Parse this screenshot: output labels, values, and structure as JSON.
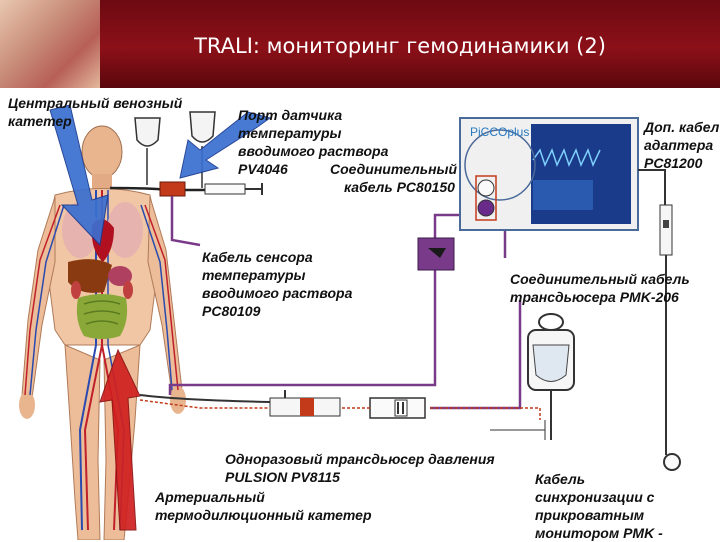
{
  "title": "TRALI: мониторинг гемодинамики (2)",
  "labels": {
    "cvc": [
      "Центральный венозный",
      "катетер"
    ],
    "temp_port": [
      "Порт датчика",
      "температуры",
      "вводимого раствора",
      "PV4046"
    ],
    "conn_cable_pc": [
      "Соединительный",
      "кабель PC80150"
    ],
    "adapter_cable": [
      "Доп. кабел",
      "адаптера",
      "PC81200"
    ],
    "sensor_cable": [
      "Кабель сенсора",
      "температуры",
      "вводимого раствора",
      "PC80109"
    ],
    "transducer_cable": [
      "Соединительный кабель",
      "трансдьюсера PMK-206"
    ],
    "pressure_transducer": [
      "Одноразовый трансдьюсер давления",
      "PULSION PV8115"
    ],
    "sync_cable": [
      "Кабель",
      "синхронизации с",
      "прикроватным",
      "монитором PMK -"
    ],
    "arterial_catheter": [
      "Артериальный",
      "термодилюционный катетер"
    ]
  },
  "monitor_brand": "PiCCOplus",
  "colors": {
    "header_bg": "#7a0c14",
    "title_text": "#ffffff",
    "cable_purple": "#7a3a8a",
    "cable_dark": "#3a3a3a",
    "arrow_blue": "#3a6fd0",
    "arrow_red": "#d02020",
    "organ_red": "#b01020",
    "liver": "#8a3a10",
    "intestine": "#7a9a30",
    "kidney": "#c04040",
    "monitor_screen": "#1a3a8a"
  }
}
